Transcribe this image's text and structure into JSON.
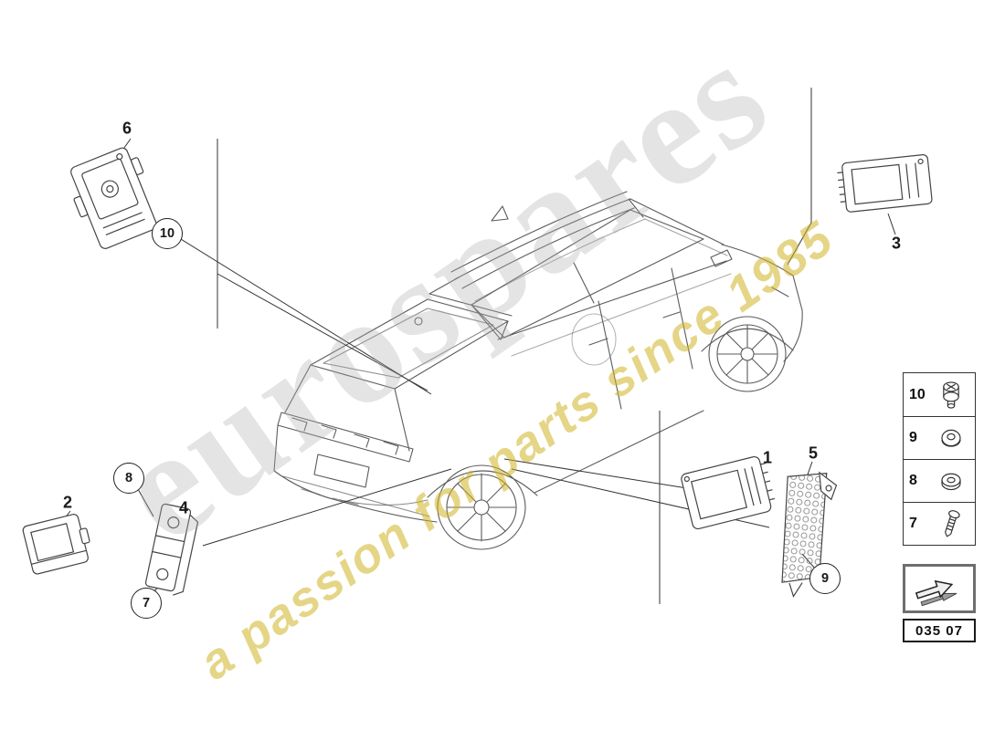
{
  "watermark": {
    "brand": "eurospares",
    "tagline": "a passion for parts since 1985"
  },
  "callouts": {
    "c1": "1",
    "c2": "2",
    "c3": "3",
    "c4": "4",
    "c5": "5",
    "c6": "6",
    "c7": "7",
    "c8": "8",
    "c9": "9",
    "c10": "10"
  },
  "legend": {
    "nums": [
      "10",
      "9",
      "8",
      "7"
    ],
    "icons": [
      "bolt-icon",
      "nut-icon",
      "washer-icon",
      "screw-icon"
    ]
  },
  "footer": {
    "page_code": "035 07"
  }
}
